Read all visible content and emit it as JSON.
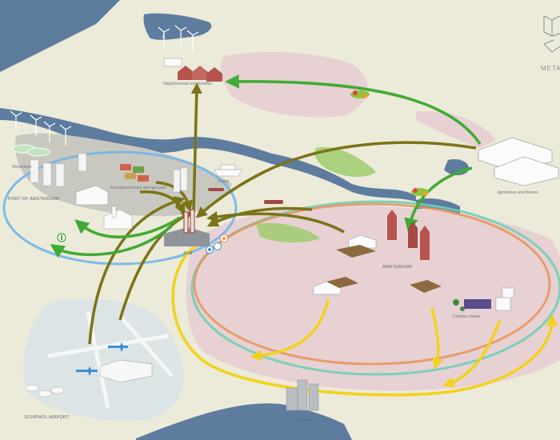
{
  "labels": {
    "neighborhood": "Neighborhood communities",
    "port": "PORT OF AMSTERDAM",
    "petrochem": "Petrochem",
    "farm": "Farm/greenhouse and agri park",
    "cruise": "Cruise",
    "aeb": "AEB",
    "amsterdam": "AMSTERDAM",
    "agriculture": "Agriculture and flowers",
    "creative": "Creative cluster",
    "schiphol": "SCHIPHOL AIRPORT",
    "zuidas": "ZUIDAS"
  },
  "brand": {
    "name": "METAB"
  },
  "colors": {
    "land": "#ecead9",
    "water": "#5d7c9e",
    "urban": "#e7d1d3",
    "industrial": "#c9c8c0",
    "airport": "#dce4e6",
    "green_flow": "#3fab34",
    "olive_flow": "#7a7418",
    "yellow_flow": "#f2d21a",
    "ring_blue": "#72b6e8",
    "ring_orange": "#e6935a",
    "ring_teal": "#6fcfb6"
  }
}
